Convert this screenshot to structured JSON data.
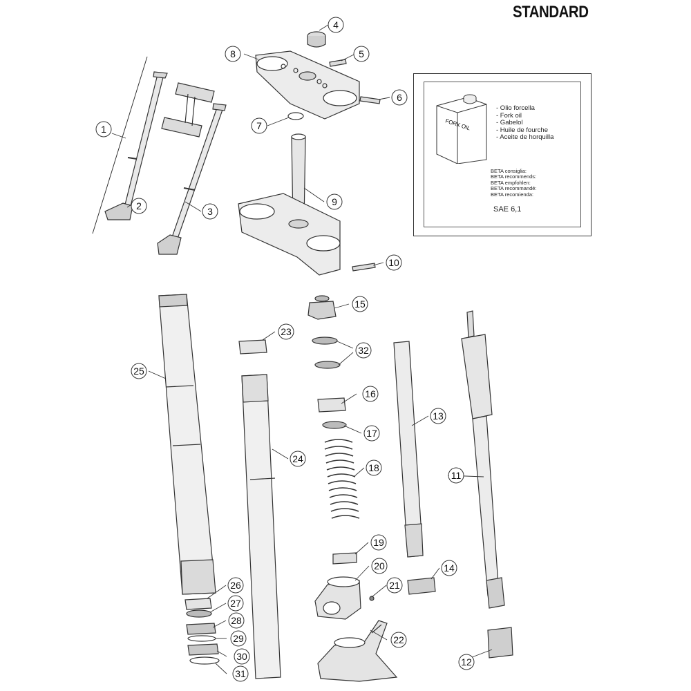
{
  "title": "STANDARD",
  "oil_box": {
    "can_label": "FORK OIL",
    "names": [
      "- Olio forcella",
      "- Fork oil",
      "- Gabelol",
      "- Huile de fourche",
      "- Aceite de horquilla"
    ],
    "recommends": [
      "BETA consiglia:",
      "BETA recommends:",
      "BETA empfohlen:",
      "BETA recommandé:",
      "BETA recomienda:"
    ],
    "grade": "SAE 6,1"
  },
  "callouts": [
    "1",
    "2",
    "3",
    "4",
    "5",
    "6",
    "7",
    "8",
    "9",
    "10",
    "11",
    "12",
    "13",
    "14",
    "15",
    "16",
    "17",
    "18",
    "19",
    "20",
    "21",
    "22",
    "23",
    "24",
    "25",
    "26",
    "27",
    "28",
    "29",
    "30",
    "31",
    "32"
  ]
}
